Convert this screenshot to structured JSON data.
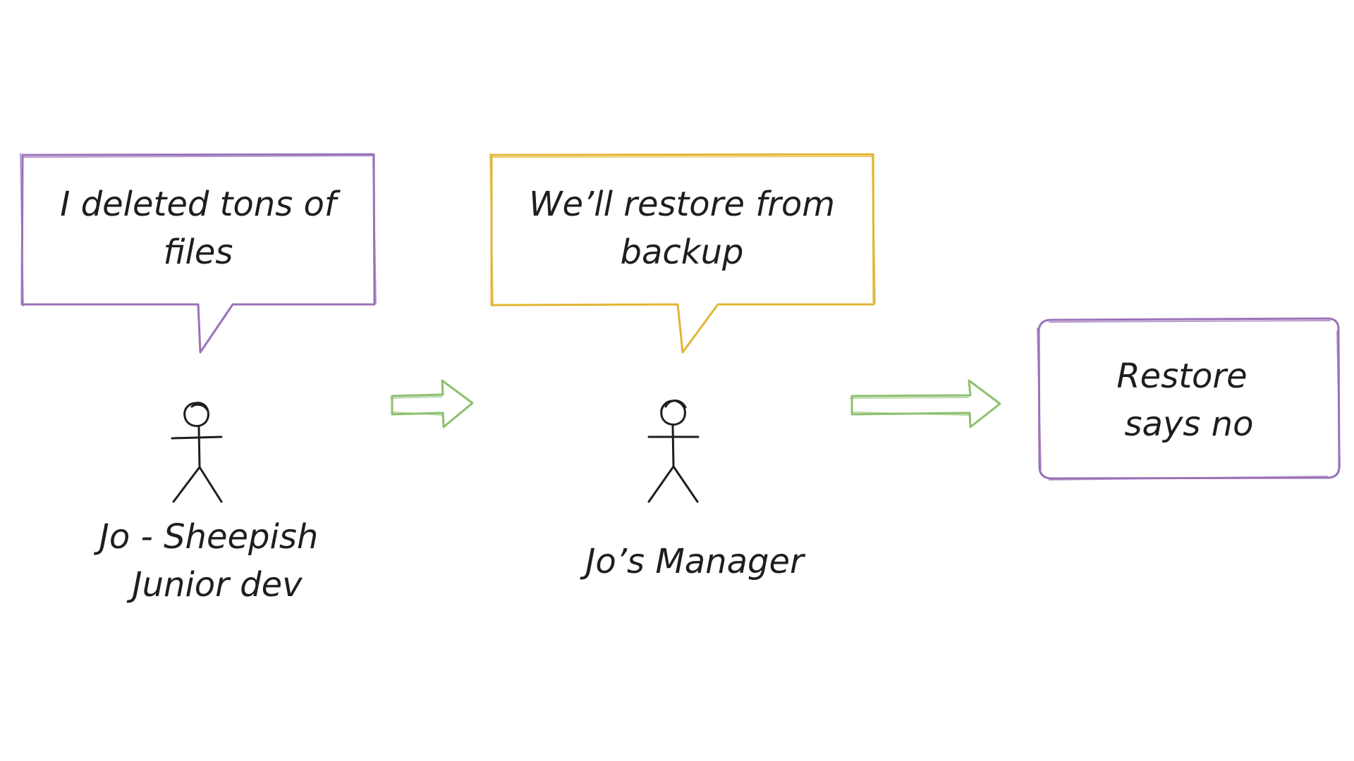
{
  "colors": {
    "background": "#ffffff",
    "ink": "#1e1e1e",
    "purple_stroke": "#9a72b8",
    "purple_fill": "#ece4f4",
    "yellow_stroke": "#e2b532",
    "yellow_fill": "#fbf1d6",
    "arrow_stroke": "#8cc06d",
    "arrow_fill": "#e3f0d8"
  },
  "bubbles": {
    "junior": {
      "line1": "I deleted tons of",
      "line2": "files"
    },
    "manager": {
      "line1": "We’ll restore from",
      "line2": "backup"
    }
  },
  "actors": {
    "junior": {
      "icon": "stick-figure-icon",
      "line1": "Jo - Sheepish",
      "line2": "Junior dev"
    },
    "manager": {
      "icon": "stick-figure-icon",
      "line1": "Jo’s Manager"
    }
  },
  "result_box": {
    "line1": "Restore",
    "line2": "says no"
  },
  "arrows": [
    {
      "icon": "right-arrow-icon"
    },
    {
      "icon": "right-arrow-icon"
    }
  ]
}
